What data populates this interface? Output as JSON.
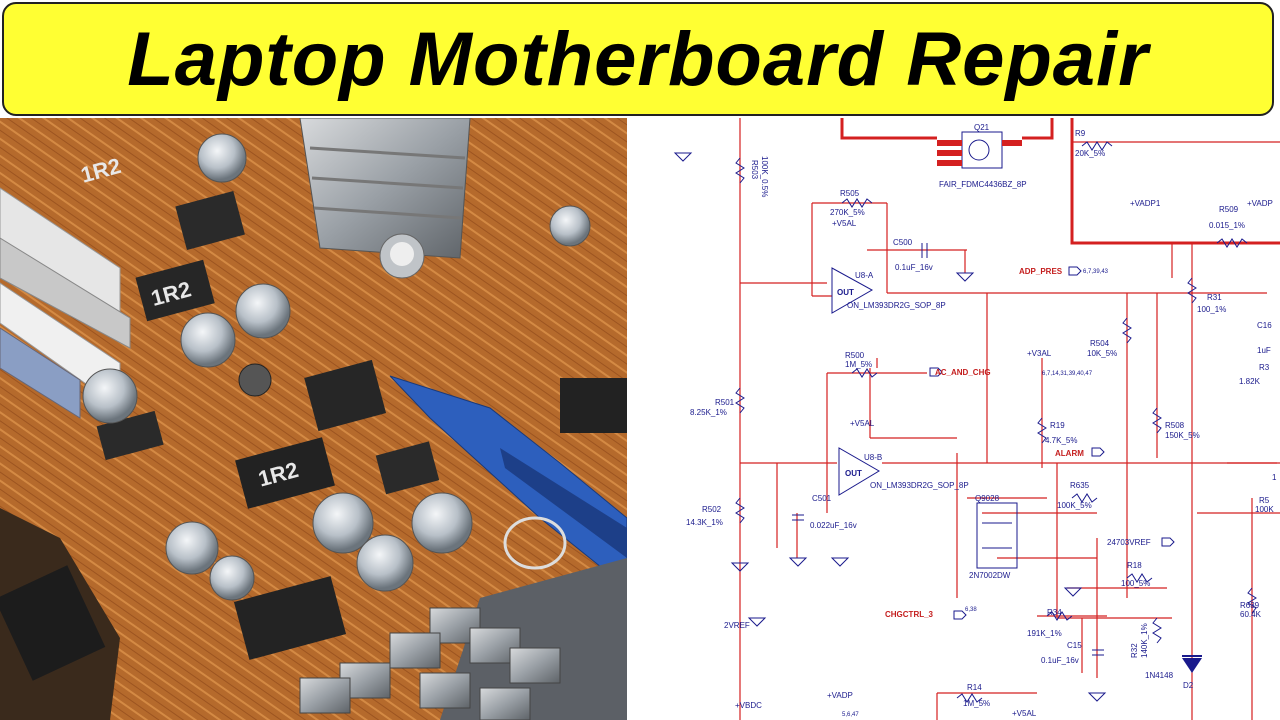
{
  "title": "Laptop Motherboard Repair",
  "photo": {
    "chip_markings": [
      "1R2",
      "1R2",
      "1R2"
    ]
  },
  "schematic": {
    "resistors": [
      {
        "ref": "R9",
        "value": "20K_5%"
      },
      {
        "ref": "R503",
        "value": "100K_0.5%"
      },
      {
        "ref": "R505",
        "value": "270K_5%"
      },
      {
        "ref": "R509",
        "value": "0.015_1%"
      },
      {
        "ref": "R31",
        "value": "100_1%"
      },
      {
        "ref": "R504",
        "value": "10K_5%"
      },
      {
        "ref": "R500",
        "value": "1M_5%"
      },
      {
        "ref": "R501",
        "value": "8.25K_1%"
      },
      {
        "ref": "R508",
        "value": "150K_5%"
      },
      {
        "ref": "R19",
        "value": "4.7K_5%"
      },
      {
        "ref": "R635",
        "value": "100K_5%"
      },
      {
        "ref": "R502",
        "value": "14.3K_1%"
      },
      {
        "ref": "R18",
        "value": "100_5%"
      },
      {
        "ref": "R34",
        "value": "191K_1%"
      },
      {
        "ref": "R32",
        "value": "140K_1%"
      },
      {
        "ref": "R14",
        "value": "1M_5%"
      },
      {
        "ref": "R639",
        "value": "60.4K"
      }
    ],
    "capacitors": [
      {
        "ref": "C500",
        "value": "0.1uF_16v"
      },
      {
        "ref": "C501",
        "value": "0.022uF_16v"
      },
      {
        "ref": "C15",
        "value": "0.1uF_16v"
      },
      {
        "ref": "C16",
        "value": "1uF"
      }
    ],
    "ics": [
      {
        "ref": "U8-A",
        "part": "ON_LM393DR2G_SOP_8P",
        "out": "OUT"
      },
      {
        "ref": "U8-B",
        "part": "ON_LM393DR2G_SOP_8P",
        "out": "OUT"
      }
    ],
    "mosfets": [
      {
        "ref": "Q21",
        "part": "FAIR_FDMC4436BZ_8P"
      },
      {
        "ref": "Q9028",
        "part": "2N7002DW"
      }
    ],
    "diodes": [
      {
        "ref": "D2",
        "part": "1N4148"
      }
    ],
    "nets": {
      "vadp1": "+VADP1",
      "vadp_right": "+VADP",
      "v5al_top": "+V5AL",
      "v5al_mid": "+V5AL",
      "v5al_bottom": "+V5AL",
      "v3al": "+V3AL",
      "adp_pres": "ADP_PRES",
      "ac_and_chg": "AC_AND_CHG",
      "alarm": "ALARM",
      "vref_2470": "24703VREF",
      "chgctrl": "CHGCTRL_3",
      "vref2": "2VREF",
      "vbdc": "+VBDC",
      "vadp_bottom": "+VADP"
    },
    "partial_labels": {
      "r_right": "R3",
      "r_right_val": "1.82K",
      "r_right2": "R5",
      "r_right2_val": "100K",
      "r_right3": "1"
    },
    "page_refs": {
      "adp": "6,7,39,43",
      "v3al": "6,7,14,31,39,40,47",
      "chg": "6,38",
      "vadp": "5,6,47"
    }
  },
  "colors": {
    "banner": "#ffff33",
    "wire_red": "#d42020",
    "label_blue": "#1a1a8c",
    "pcb_copper": "#b86a2c"
  }
}
